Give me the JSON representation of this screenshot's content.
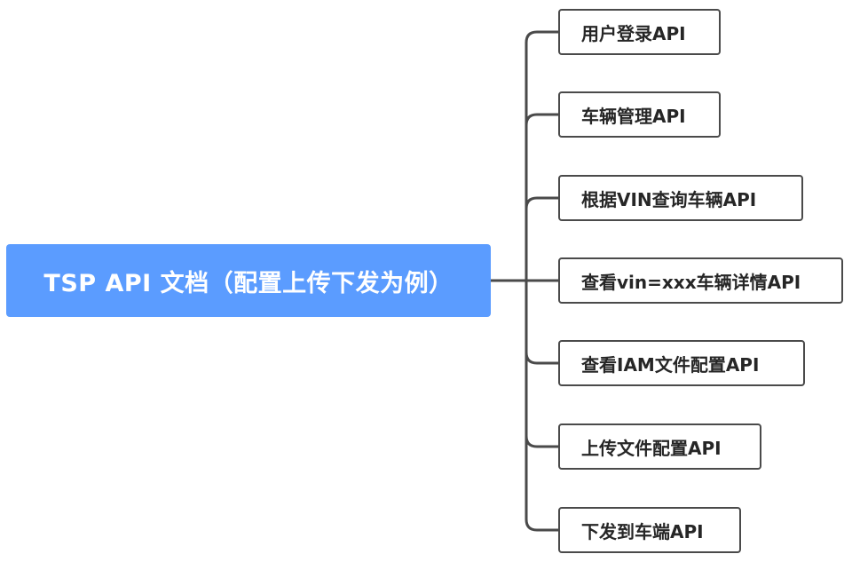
{
  "diagram": {
    "root": {
      "label": "TSP API 文档（配置上传下发为例）"
    },
    "children": [
      {
        "label": "用户登录API"
      },
      {
        "label": "车辆管理API"
      },
      {
        "label": "根据VIN查询车辆API"
      },
      {
        "label": "查看vin=xxx车辆详情API"
      },
      {
        "label": "查看IAM文件配置API"
      },
      {
        "label": "上传文件配置API"
      },
      {
        "label": "下发到车端API"
      }
    ],
    "colors": {
      "root_fill": "#5b9cff",
      "root_text": "#ffffff",
      "child_border": "#4a4a4a",
      "child_text": "#262626",
      "connector": "#4a4a4a"
    }
  }
}
